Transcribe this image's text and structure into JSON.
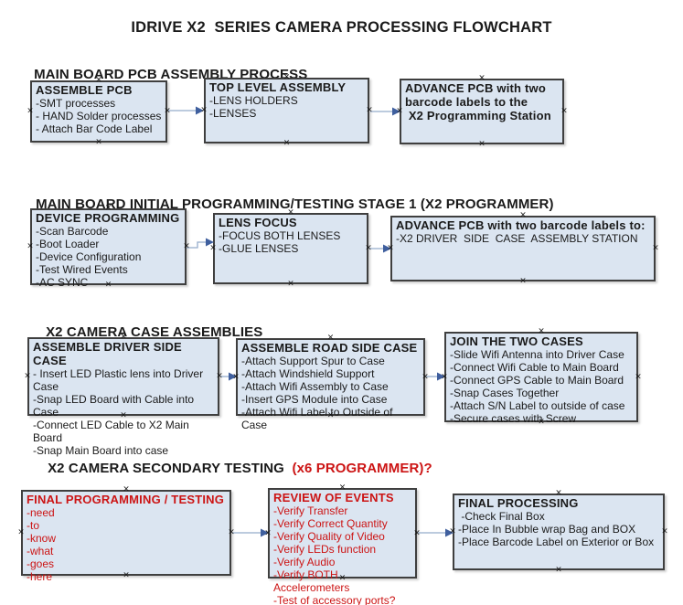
{
  "title": "IDRIVE X2  SERIES CAMERA PROCESSING FLOWCHART",
  "colors": {
    "box_fill": "#dbe5f1",
    "box_border": "#3f3f3f",
    "arrow_line": "#95accb",
    "arrow_head": "#3f5f9e",
    "red_text": "#cc1414",
    "text": "#1a1a1a"
  },
  "sections": [
    {
      "heading": "MAIN BOARD PCB ASSEMBLY PROCESS",
      "boxes": [
        {
          "title": "ASSEMBLE PCB",
          "lines": [
            "-SMT processes",
            "- HAND Solder processes",
            "- Attach Bar Code Label"
          ],
          "text_color": "black"
        },
        {
          "title": "TOP LEVEL ASSEMBLY",
          "lines": [
            "-LENS HOLDERS",
            "-LENSES"
          ],
          "text_color": "black"
        },
        {
          "title": "ADVANCE PCB with two\nbarcode labels to the\n X2 Programming Station",
          "lines": [],
          "text_color": "black"
        }
      ]
    },
    {
      "heading": "MAIN BOARD INITIAL PROGRAMMING/TESTING STAGE 1 (X2 PROGRAMMER)",
      "boxes": [
        {
          "title": "DEVICE PROGRAMMING",
          "lines": [
            "-Scan Barcode",
            "-Boot Loader",
            "-Device Configuration",
            "-Test Wired Events",
            "-AC SYNC"
          ],
          "text_color": "black"
        },
        {
          "title": "LENS FOCUS",
          "lines": [
            "-FOCUS BOTH LENSES",
            "-GLUE LENSES"
          ],
          "text_color": "black"
        },
        {
          "title": "ADVANCE PCB with two barcode labels to:",
          "lines": [
            "-X2 DRIVER  SIDE  CASE  ASSEMBLY STATION"
          ],
          "text_color": "black"
        }
      ]
    },
    {
      "heading": "X2 CAMERA CASE ASSEMBLIES",
      "boxes": [
        {
          "title": "ASSEMBLE DRIVER SIDE CASE",
          "lines": [
            "- Insert LED Plastic lens into Driver Case",
            "-Snap LED Board with Cable into Case",
            "-Connect LED Cable to X2 Main Board",
            "-Snap Main Board into case"
          ],
          "text_color": "black"
        },
        {
          "title": "ASSEMBLE ROAD SIDE CASE",
          "lines": [
            "-Attach Support Spur to Case",
            "-Attach Windshield Support",
            "-Attach Wifi Assembly to Case",
            "-Insert GPS Module into Case",
            "-Attach Wifi Label to Outside of Case"
          ],
          "text_color": "black"
        },
        {
          "title": "JOIN THE TWO CASES",
          "lines": [
            "-Slide Wifi Antenna into Driver Case",
            "-Connect Wifi Cable to Main Board",
            "-Connect GPS Cable to Main Board",
            "-Snap Cases Together",
            "-Attach S/N Label to outside of case",
            "-Secure cases with Screw"
          ],
          "text_color": "black"
        }
      ]
    },
    {
      "heading": "X2 CAMERA SECONDARY TESTING ",
      "heading_red": " (x6 PROGRAMMER)?",
      "boxes": [
        {
          "title": "FINAL PROGRAMMING / TESTING",
          "lines": [
            "-need",
            "-to",
            "-know",
            "-what",
            "-goes",
            "-here"
          ],
          "text_color": "red"
        },
        {
          "title": "REVIEW OF EVENTS",
          "lines": [
            "-Verify Transfer",
            "-Verify Correct Quantity",
            "-Verify Quality of Video",
            "-Verify LEDs function",
            "-Verify Audio",
            "-Verify BOTH Accelerometers",
            "-Test of accessory ports?"
          ],
          "text_color": "red"
        },
        {
          "title": "FINAL PROCESSING",
          "lines": [
            " -Check Final Box",
            "-Place In Bubble wrap Bag and BOX",
            "-Place Barcode Label on Exterior or Box"
          ],
          "text_color": "black"
        }
      ]
    }
  ]
}
